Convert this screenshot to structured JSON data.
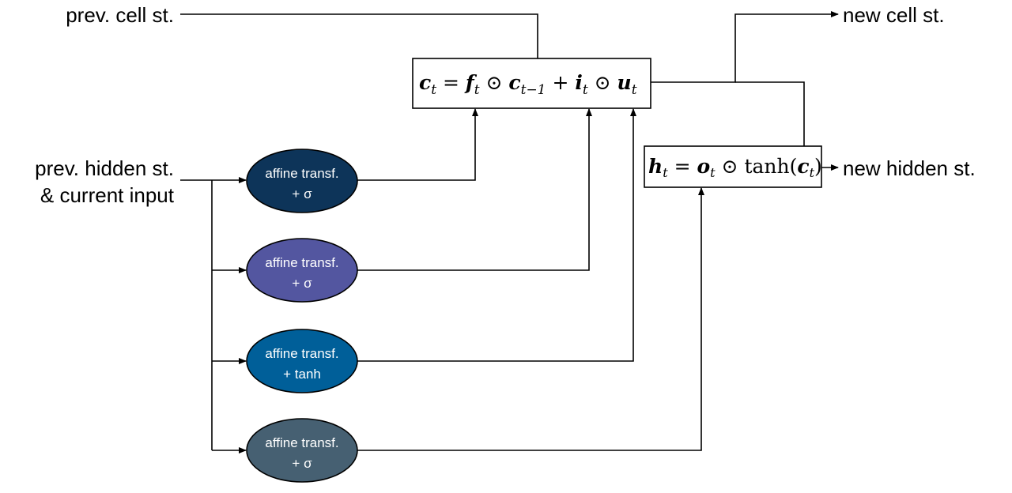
{
  "labels": {
    "prev_cell": "prev. cell st.",
    "prev_hidden_1": "prev. hidden st.",
    "prev_hidden_2": "& current input",
    "new_cell": "new cell st.",
    "new_hidden": "new hidden st."
  },
  "equations": {
    "cell": {
      "c": "c",
      "t": "t",
      "eq": " = ",
      "f": "f",
      "odot": " ⊙ ",
      "tm1": "t−1",
      "plus": " + ",
      "i": "i",
      "u": "u"
    },
    "hidden": {
      "h": "h",
      "t": "t",
      "eq": " = ",
      "o": "o",
      "odot": " ⊙ ",
      "tanh": "tanh(",
      "c": "c",
      "close": ")"
    }
  },
  "gates": [
    {
      "line1": "affine transf.",
      "line2": "+ σ",
      "color": "#0d3459"
    },
    {
      "line1": "affine transf.",
      "line2": "+ σ",
      "color": "#5356a0"
    },
    {
      "line1": "affine transf.",
      "line2": "+ tanh",
      "color": "#005f99"
    },
    {
      "line1": "affine transf.",
      "line2": "+ σ",
      "color": "#466072"
    }
  ]
}
